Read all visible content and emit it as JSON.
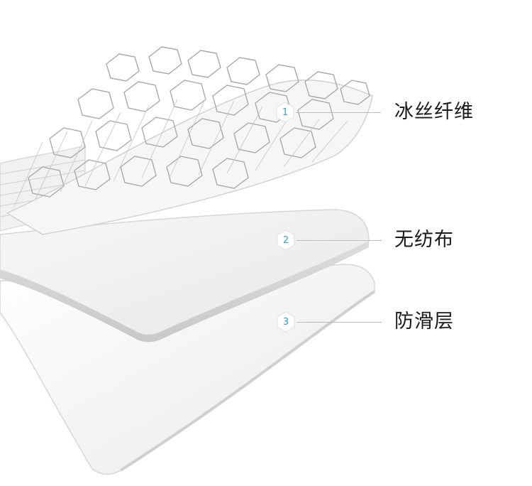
{
  "layers": [
    {
      "number": "1",
      "label": "冰丝纤维"
    },
    {
      "number": "2",
      "label": "无纺布"
    },
    {
      "number": "3",
      "label": "防滑层"
    }
  ],
  "colors": {
    "background": "#ffffff",
    "badge_text": "#27a3d8",
    "leader_line": "#bdbdbd",
    "label_text": "#1a1a1a"
  },
  "icons": [
    "hexagon-badge-icon"
  ]
}
